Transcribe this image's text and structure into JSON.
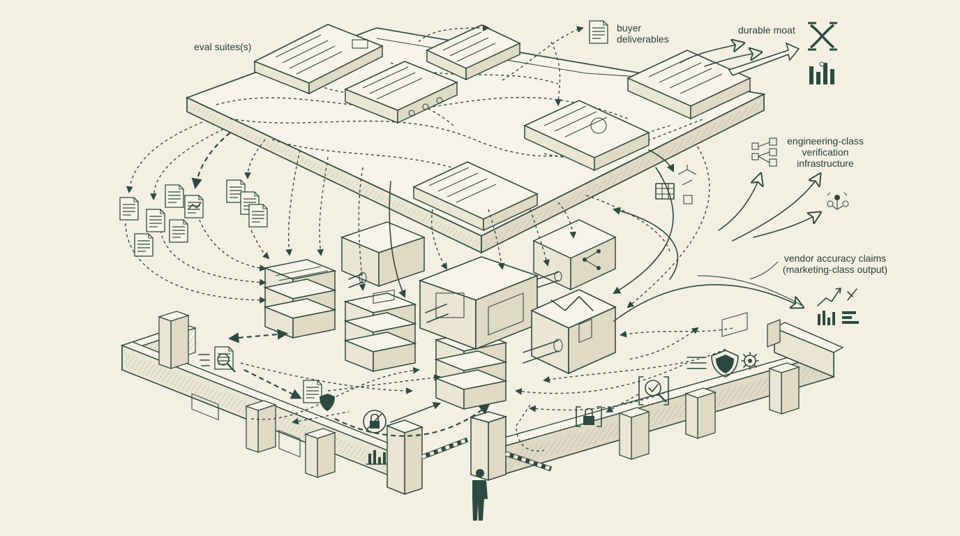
{
  "labels": {
    "eval_suites": "eval suites(s)",
    "buyer_deliverables": [
      "buyer",
      "deliverables"
    ],
    "durable_moat": "durable moat",
    "engineering": [
      "engineering-class",
      "verification",
      "infrastructure"
    ],
    "vendor_claims": [
      "vendor accuracy claims",
      "(marketing-class output)"
    ]
  },
  "colors": {
    "ink": "#2d4a42",
    "paper": "#f4efe3",
    "label": "#27403a"
  },
  "icons": [
    "document-icon",
    "checklist-icon",
    "chart-document-icon",
    "magnifier-document-icon",
    "shield-document-icon",
    "padlock-icon",
    "bar-chart-icon",
    "shield-icon",
    "gear-icon",
    "magnifier-check-icon",
    "network-icon",
    "crossed-arrows-icon",
    "grid-icon",
    "person-icon",
    "line-chart-icon",
    "gate-barrier-icon"
  ]
}
